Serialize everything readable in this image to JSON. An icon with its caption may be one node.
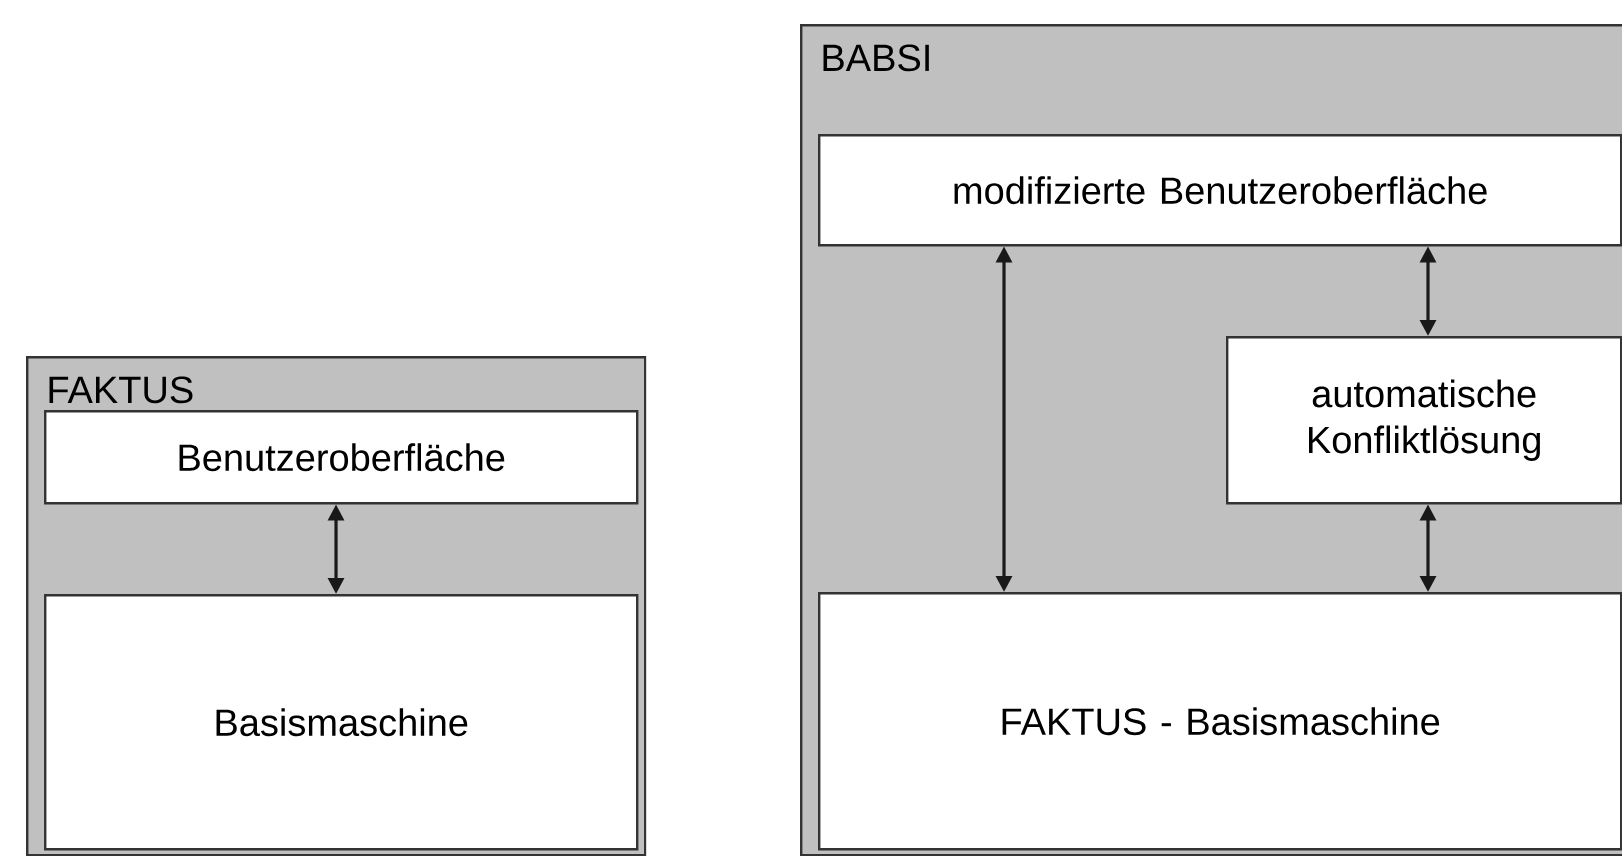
{
  "diagram": {
    "nodes": [
      {
        "text": [
          "FAKTUS"
        ]
      },
      {
        "text": [
          "Benutzeroberfläche"
        ],
        "in": 0
      },
      {
        "text": [
          "Basismaschine"
        ],
        "in": 0
      },
      {
        "text": [
          "BABSI"
        ]
      },
      {
        "text": [
          "modifizierte Benutzeroberfläche"
        ],
        "in": 3
      },
      {
        "text": [
          "automatische Konfliktlösung"
        ],
        "in": 3
      },
      {
        "text": [
          "FAKTUS - Basismaschine"
        ],
        "in": 3
      }
    ],
    "edges": [
      {
        "from": 1,
        "to": 2,
        "arrow": "both"
      },
      {
        "from": 4,
        "to": 6,
        "arrow": "both"
      },
      {
        "from": 4,
        "to": 5,
        "arrow": "both"
      },
      {
        "from": 5,
        "to": 6,
        "arrow": "both"
      }
    ]
  }
}
